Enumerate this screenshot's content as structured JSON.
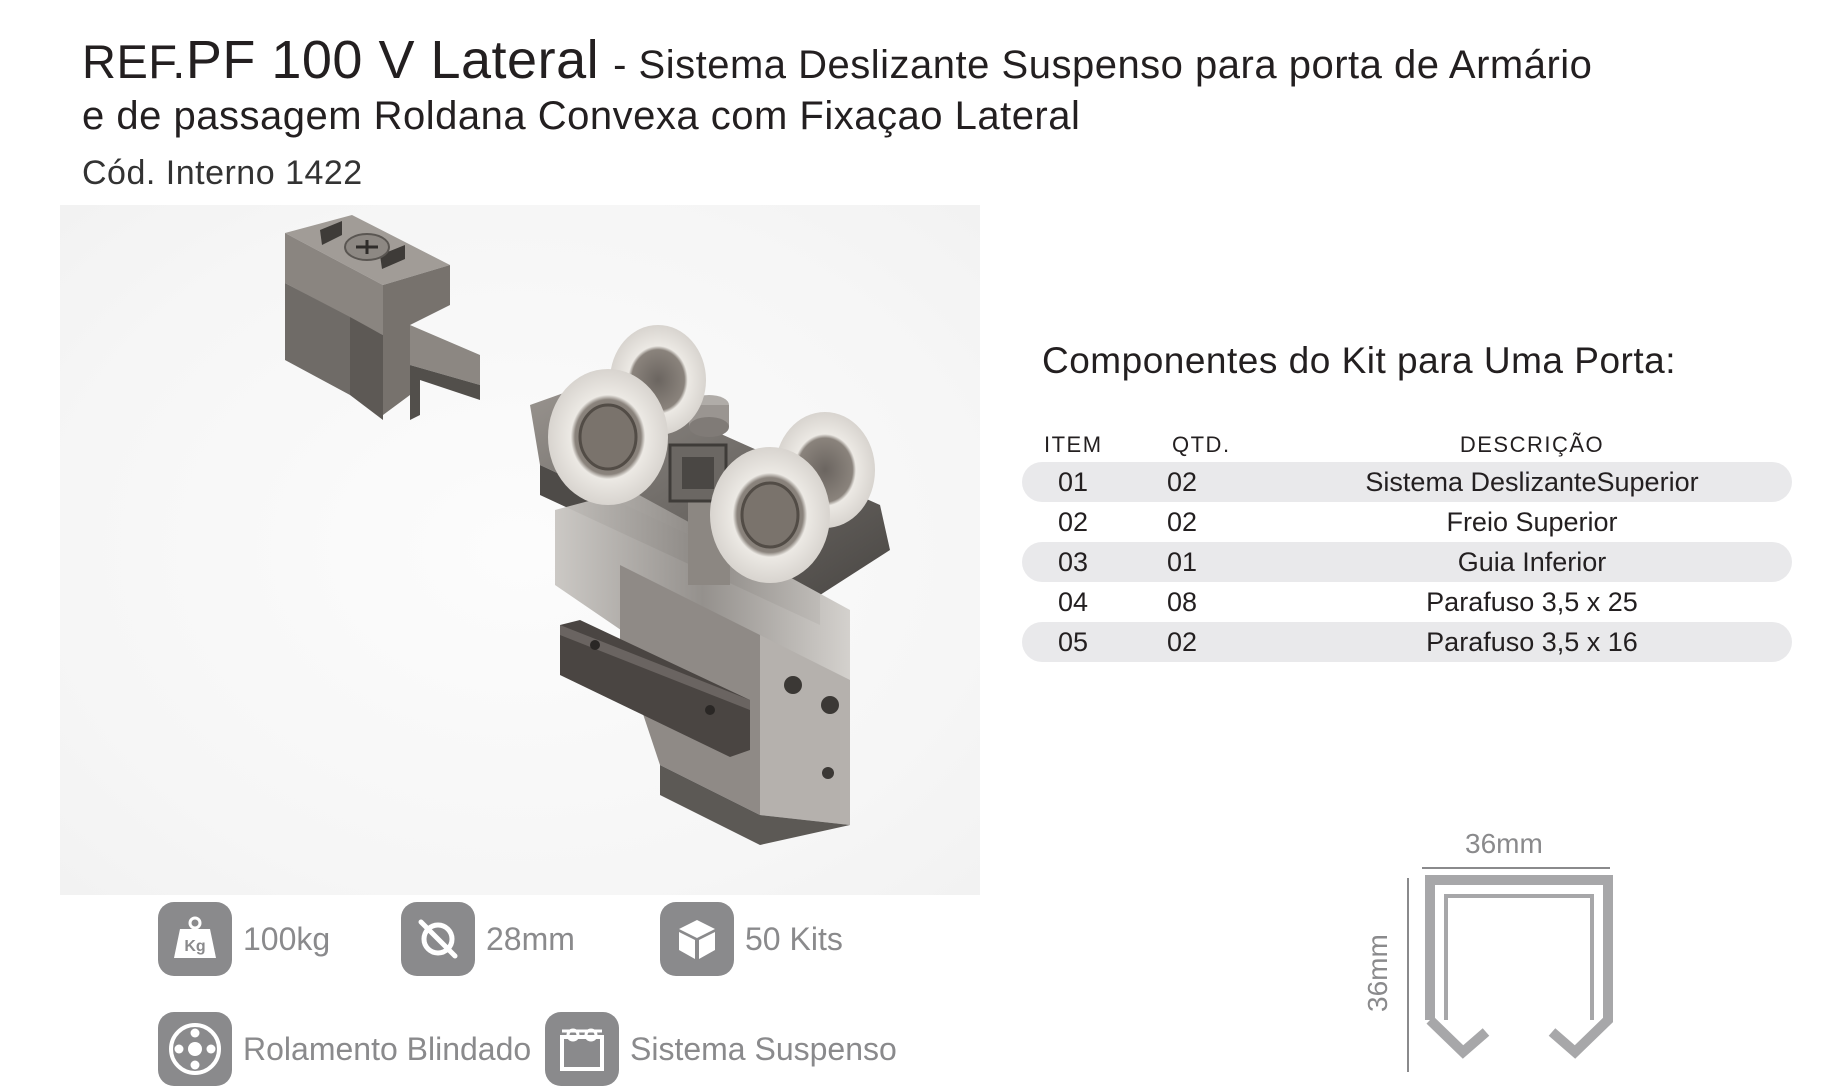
{
  "header": {
    "ref": "REF.",
    "model": "PF 100 V Lateral",
    "title_rest": "- Sistema Deslizante Suspenso para porta de Armário",
    "title_line2": "e de passagem Roldana Convexa com Fixaçao Lateral",
    "code": "Cód. Interno 1422"
  },
  "kit": {
    "title": "Componentes do Kit para Uma Porta:",
    "columns": {
      "item": "ITEM",
      "qtd": "QTD.",
      "descricao": "DESCRIÇÃO"
    },
    "rows": [
      {
        "item": "01",
        "qtd": "02",
        "descricao": "Sistema DeslizanteSuperior"
      },
      {
        "item": "02",
        "qtd": "02",
        "descricao": "Freio Superior"
      },
      {
        "item": "03",
        "qtd": "01",
        "descricao": "Guia Inferior"
      },
      {
        "item": "04",
        "qtd": "08",
        "descricao": "Parafuso 3,5 x 25"
      },
      {
        "item": "05",
        "qtd": "02",
        "descricao": "Parafuso 3,5 x 16"
      }
    ]
  },
  "features": [
    {
      "icon": "weight-kg-icon",
      "label": "100kg",
      "icon_text": "Kg"
    },
    {
      "icon": "diameter-icon",
      "label": "28mm"
    },
    {
      "icon": "box-icon",
      "label": "50 Kits"
    },
    {
      "icon": "bearing-icon",
      "label": "Rolamento Blindado"
    },
    {
      "icon": "suspended-system-icon",
      "label": "Sistema Suspenso"
    }
  ],
  "profile": {
    "width_label": "36mm",
    "height_label": "36mm"
  },
  "colors": {
    "text": "#231f20",
    "feature_gray": "#8a8a8c",
    "row_shade": "#e9e9eb"
  }
}
